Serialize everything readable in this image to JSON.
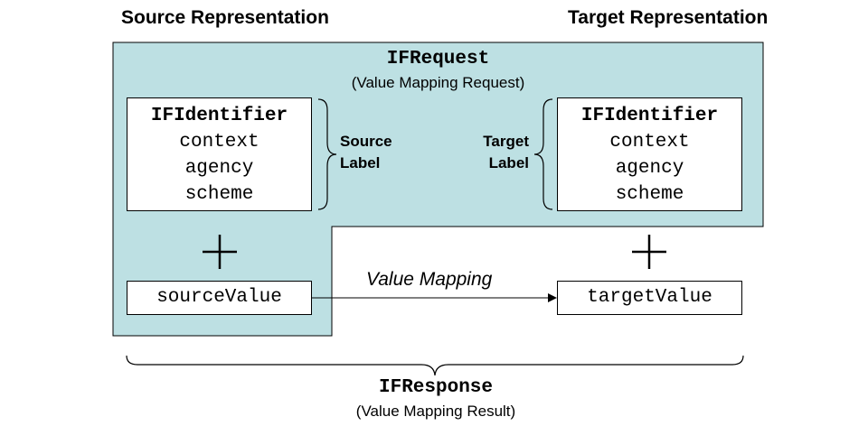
{
  "headings": {
    "source": "Source Representation",
    "target": "Target Representation"
  },
  "request": {
    "title": "IFRequest",
    "subtitle": "(Value Mapping Request)"
  },
  "source_identifier": {
    "title": "IFIdentifier",
    "fields": [
      "context",
      "agency",
      "scheme"
    ]
  },
  "target_identifier": {
    "title": "IFIdentifier",
    "fields": [
      "context",
      "agency",
      "scheme"
    ]
  },
  "labels": {
    "source_line1": "Source",
    "source_line2": "Label",
    "target_line1": "Target",
    "target_line2": "Label"
  },
  "values": {
    "source": "sourceValue",
    "target": "targetValue"
  },
  "mapping": {
    "label": "Value Mapping"
  },
  "response": {
    "title": "IFResponse",
    "subtitle": "(Value Mapping Result)"
  },
  "colors": {
    "request_fill": "#bde0e3",
    "stroke": "#000000"
  }
}
